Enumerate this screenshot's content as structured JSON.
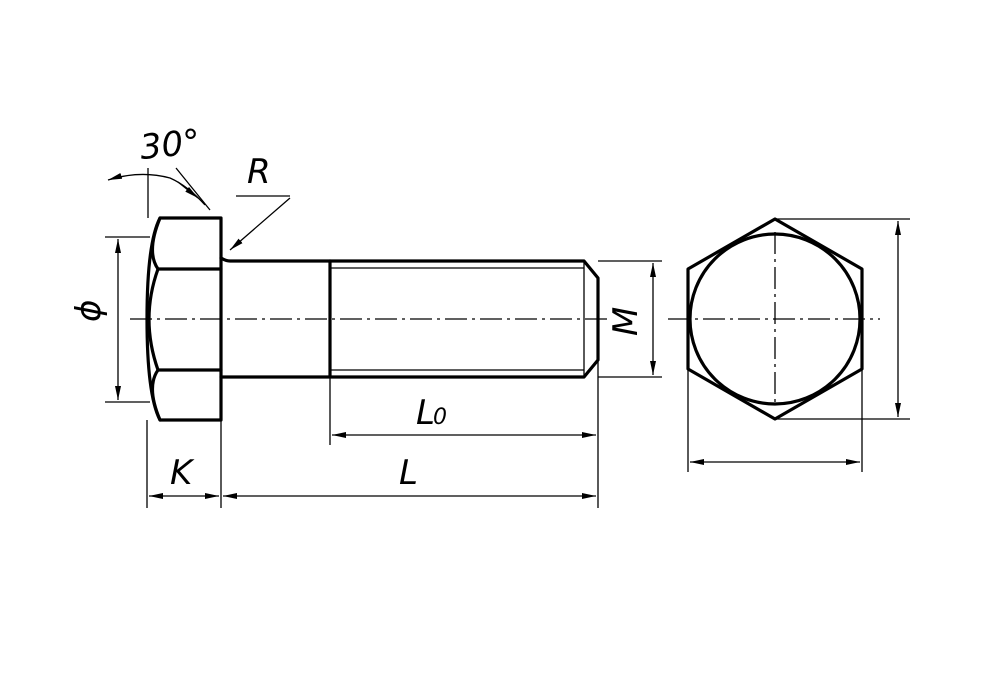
{
  "labels": {
    "angle": "30°",
    "radius": "R",
    "diameter": "ϕ",
    "thread": "M",
    "thread_length_main": "L",
    "thread_length_sub": "0",
    "length": "L",
    "head_height": "K"
  },
  "colors": {
    "line": "#000000",
    "background": "#ffffff"
  }
}
